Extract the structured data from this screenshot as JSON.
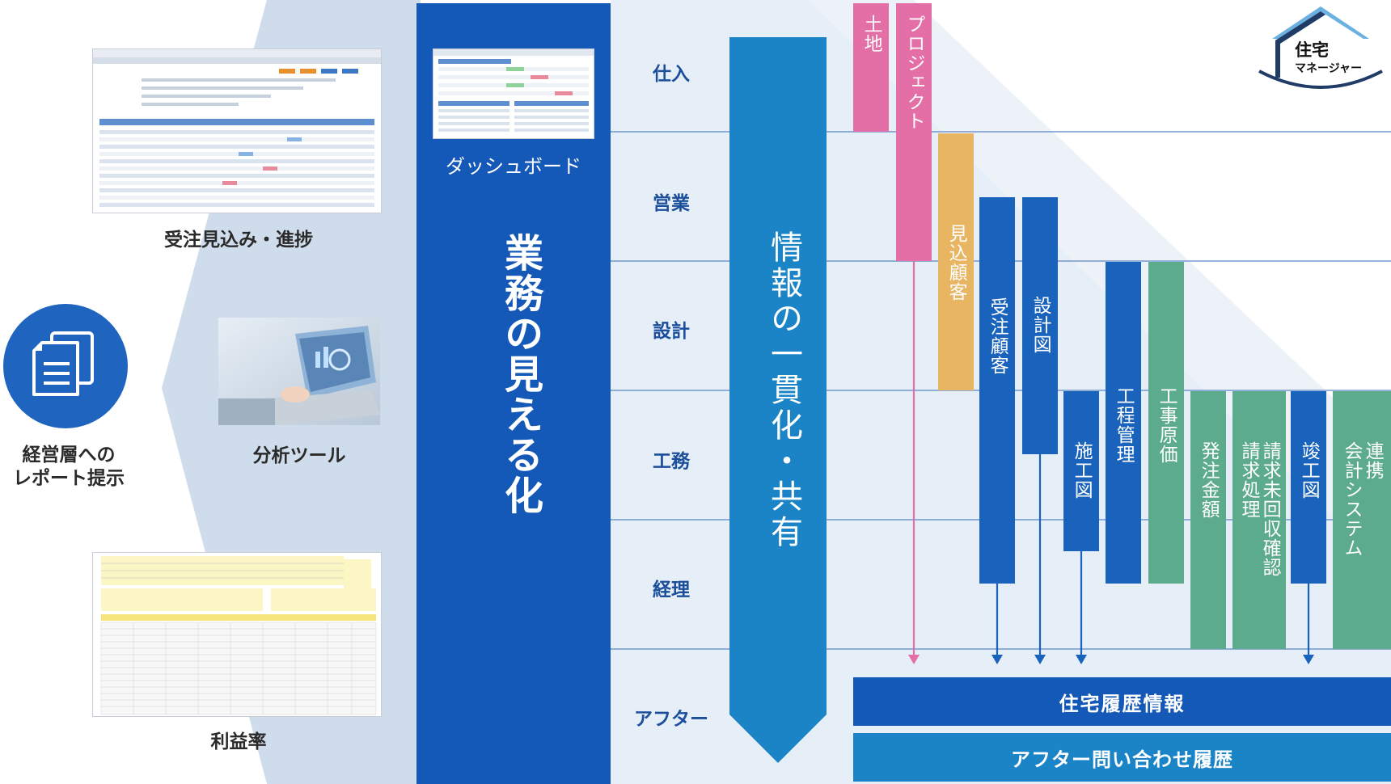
{
  "logo": {
    "line1": "住宅",
    "line2": "マネージャー"
  },
  "left": {
    "report_label_line1": "経営層への",
    "report_label_line2": "レポート提示",
    "thumbs": [
      {
        "caption": "受注見込み・進捗"
      },
      {
        "caption": "分析ツール"
      },
      {
        "caption": "利益率"
      }
    ]
  },
  "dashboard": {
    "caption": "ダッシュボード"
  },
  "visualization_title": "業務の見える化",
  "sharing_title": "情報の一貫化・共有",
  "departments": [
    "仕入",
    "営業",
    "設計",
    "工務",
    "経理",
    "アフター"
  ],
  "bars": [
    {
      "label": "土地",
      "color": "#e46ea6"
    },
    {
      "label": "プロジェクト",
      "color": "#e46ea6"
    },
    {
      "label": "見込顧客",
      "color": "#e8b562"
    },
    {
      "label": "受注顧客",
      "color": "#1a63bc"
    },
    {
      "label": "設計図",
      "color": "#1a63bc"
    },
    {
      "label": "施工図",
      "color": "#1a63bc"
    },
    {
      "label": "工程管理",
      "color": "#1a63bc"
    },
    {
      "label": "工事原価",
      "color": "#5cab8d"
    },
    {
      "label": "発注金額",
      "color": "#5cab8d"
    },
    {
      "label": "請求処理",
      "color": "#5cab8d"
    },
    {
      "label": "請求未回収確認",
      "color": "#5cab8d"
    },
    {
      "label": "竣工図",
      "color": "#1a63bc"
    },
    {
      "label": "会計システム",
      "color": "#5cab8d"
    },
    {
      "label": "連携",
      "color": "#5cab8d"
    }
  ],
  "bottom_bars": {
    "history": "住宅履歴情報",
    "inquiry": "アフター問い合わせ履歴"
  }
}
